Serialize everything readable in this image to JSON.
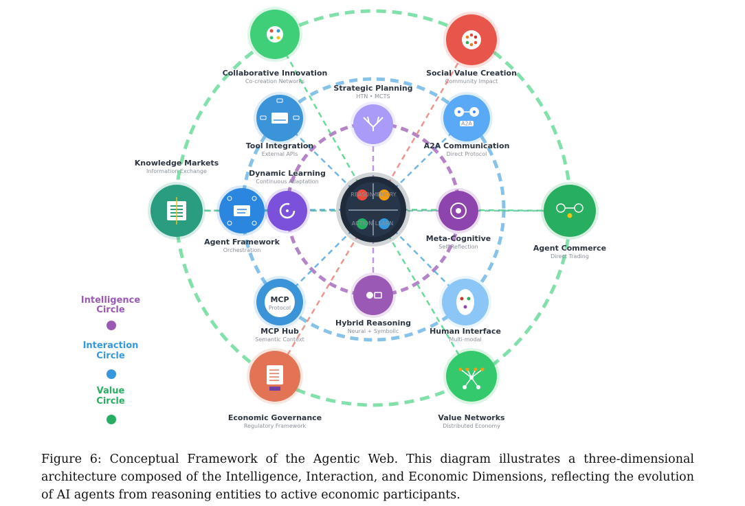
{
  "center": {
    "title_line1": "AGENTIC",
    "title_line2": "WEB",
    "quadrants": [
      "REASON",
      "MEMORY",
      "ACTION",
      "LEARN"
    ],
    "quadrant_colors": [
      "#e74c3c",
      "#f39c12",
      "#27ae60",
      "#3498db"
    ],
    "color": "#1f2b3a"
  },
  "circles": {
    "intelligence_color": "#9b59b6",
    "interaction_color": "#5dade2",
    "value_color": "#58d68d"
  },
  "nodes": [
    {
      "id": "collaborative-innovation",
      "title": "Collaborative Innovation",
      "subtitle": "Co-creation Networks",
      "color": "#3fcf78",
      "ring": "value",
      "icon": "network-nodes-icon"
    },
    {
      "id": "social-value-creation",
      "title": "Social Value Creation",
      "subtitle": "Community Impact",
      "color": "#e8554a",
      "ring": "value",
      "icon": "community-dots-icon"
    },
    {
      "id": "strategic-planning",
      "title": "Strategic Planning",
      "subtitle": "HTN  •  MCTS",
      "color": "#a99bf7",
      "ring": "intelligence",
      "icon": "tree-branch-icon"
    },
    {
      "id": "tool-integration",
      "title": "Tool Integration",
      "subtitle": "External APIs",
      "color": "#3b93d8",
      "ring": "interaction",
      "icon": "toolbox-icon"
    },
    {
      "id": "a2a-communication",
      "title": "A2A Communication",
      "subtitle": "Direct Protocol",
      "color": "#5aa9f6",
      "ring": "interaction",
      "icon": "agent-to-agent-icon",
      "badge": "A2A"
    },
    {
      "id": "knowledge-markets",
      "title": "Knowledge Markets",
      "subtitle": "Information Exchange",
      "color": "#2a9d80",
      "ring": "value",
      "icon": "document-icon"
    },
    {
      "id": "dynamic-learning",
      "title": "Dynamic Learning",
      "subtitle": "Continuous Adaptation",
      "color": "#7b50db",
      "ring": "intelligence",
      "icon": "cycle-icon"
    },
    {
      "id": "agent-framework",
      "title": "Agent Framework",
      "subtitle": "Orchestration",
      "color": "#2a86df",
      "ring": "interaction",
      "icon": "framework-icon"
    },
    {
      "id": "meta-cognitive",
      "title": "Meta-Cognitive",
      "subtitle": "Self-Reflection",
      "color": "#8e44ad",
      "ring": "intelligence",
      "icon": "target-icon"
    },
    {
      "id": "agent-commerce",
      "title": "Agent Commerce",
      "subtitle": "Direct Trading",
      "color": "#27ae60",
      "ring": "value",
      "icon": "trade-icon"
    },
    {
      "id": "mcp-hub",
      "title": "MCP Hub",
      "subtitle": "Semantic Context",
      "color": "#3b93d8",
      "ring": "interaction",
      "icon": "mcp-icon",
      "badge": "MCP",
      "badge_sub": "Protocol"
    },
    {
      "id": "hybrid-reasoning",
      "title": "Hybrid Reasoning",
      "subtitle": "Neural + Symbolic",
      "color": "#9b59b6",
      "ring": "intelligence",
      "icon": "brain-icon"
    },
    {
      "id": "human-interface",
      "title": "Human Interface",
      "subtitle": "Multi-modal",
      "color": "#8cc6f7",
      "ring": "interaction",
      "icon": "face-icon"
    },
    {
      "id": "economic-governance",
      "title": "Economic Governance",
      "subtitle": "Regulatory Framework",
      "color": "#e27455",
      "ring": "value",
      "icon": "rulebook-icon"
    },
    {
      "id": "value-networks",
      "title": "Value Networks",
      "subtitle": "Distributed Economy",
      "color": "#35c96e",
      "ring": "value",
      "icon": "value-network-icon"
    }
  ],
  "legend": [
    {
      "line1": "Intelligence",
      "line2": "Circle",
      "color": "#9b59b6"
    },
    {
      "line1": "Interaction",
      "line2": "Circle",
      "color": "#3498db"
    },
    {
      "line1": "Value",
      "line2": "Circle",
      "color": "#27ae60"
    }
  ],
  "caption": "Figure 6: Conceptual Framework of the Agentic Web. This diagram illustrates a three-dimensional architecture composed of the Intelligence, Interaction, and Economic Dimensions, reflecting the evolution of AI agents from reasoning entities to active economic participants."
}
